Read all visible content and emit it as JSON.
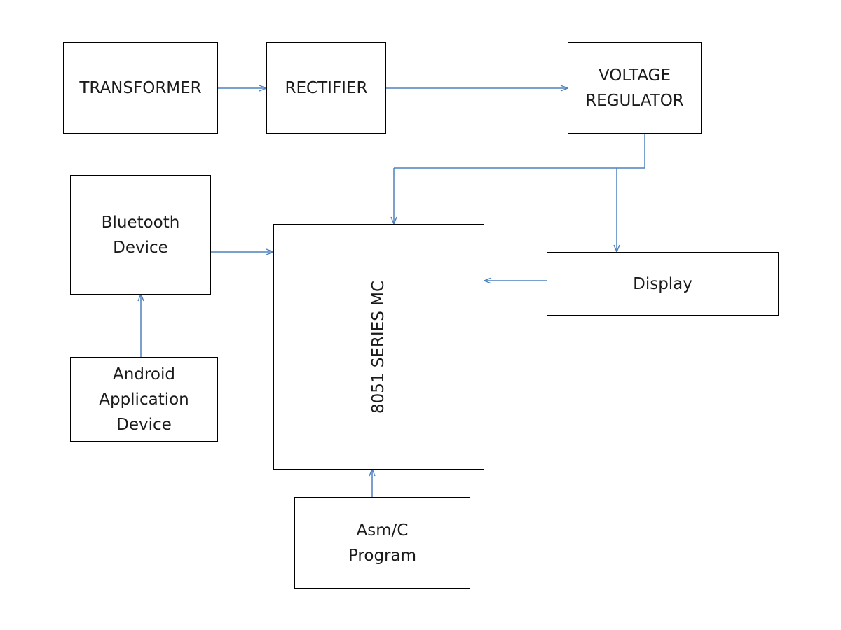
{
  "colors": {
    "arrow": "#4f81bd",
    "border": "#000000",
    "text": "#1a1a1a"
  },
  "blocks": {
    "transformer": {
      "lines": [
        "TRANSFORMER"
      ]
    },
    "rectifier": {
      "lines": [
        "RECTIFIER"
      ]
    },
    "voltage_regulator": {
      "lines": [
        "VOLTAGE",
        "REGULATOR"
      ]
    },
    "bluetooth_device": {
      "lines": [
        "Bluetooth",
        "Device"
      ]
    },
    "microcontroller": {
      "lines": [
        "8051 SERIES MC"
      ]
    },
    "display": {
      "lines": [
        "Display"
      ]
    },
    "android_application_device": {
      "lines": [
        "Android",
        "Application",
        "Device"
      ]
    },
    "program": {
      "lines": [
        "Asm/C",
        "Program"
      ]
    }
  }
}
